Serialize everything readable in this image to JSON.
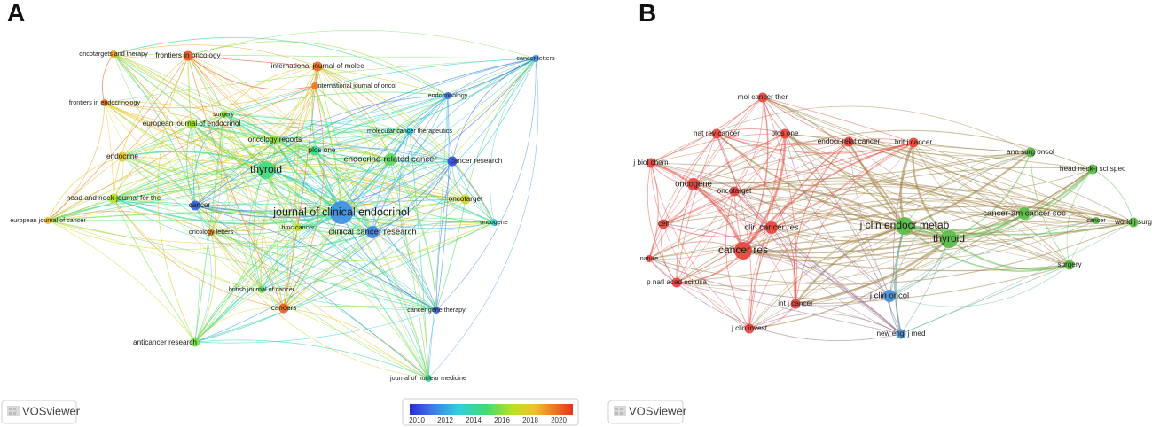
{
  "panels": [
    {
      "id": "A",
      "letter": "A",
      "coloring": "overlay-year",
      "badge": "VOSviewer",
      "nodes": [
        {
          "id": "jce",
          "label": "journal of clinical endocrinol",
          "size": "xl",
          "year": 2011.5
        },
        {
          "id": "thyroid",
          "label": "thyroid",
          "size": "lg",
          "year": 2014.2
        },
        {
          "id": "ccr",
          "label": "clinical cancer research",
          "size": "md",
          "year": 2011.2
        },
        {
          "id": "erc",
          "label": "endocrine-related cancer",
          "size": "md",
          "year": 2014.8
        },
        {
          "id": "oncor",
          "label": "oncology reports",
          "size": "sm",
          "year": 2015.6
        },
        {
          "id": "plos",
          "label": "plos one",
          "size": "sm",
          "year": 2014.2
        },
        {
          "id": "endocrine",
          "label": "endocrine",
          "size": "sm",
          "year": 2017.5
        },
        {
          "id": "hn",
          "label": "head and neck-journal for the",
          "size": "sm",
          "year": 2016.0
        },
        {
          "id": "cancer",
          "label": "cancer",
          "size": "sm",
          "year": 2010.5
        },
        {
          "id": "oncotarget",
          "label": "oncotarget",
          "size": "sm",
          "year": 2016.8
        },
        {
          "id": "oncogene",
          "label": "oncogene",
          "size": "xs",
          "year": 2013.0
        },
        {
          "id": "cres",
          "label": "cancer research",
          "size": "sm",
          "year": 2010.2
        },
        {
          "id": "endocrinology",
          "label": "endocrinology",
          "size": "xs",
          "year": 2011.0
        },
        {
          "id": "mct",
          "label": "molecular cancer therapeutics",
          "size": "xs",
          "year": 2012.6
        },
        {
          "id": "ijm",
          "label": "international journal of molec",
          "size": "sm",
          "year": 2019.8
        },
        {
          "id": "ijo",
          "label": "international journal of oncol",
          "size": "xs",
          "year": 2019.5
        },
        {
          "id": "fio",
          "label": "frontiers in oncology",
          "size": "sm",
          "year": 2020.2
        },
        {
          "id": "oat",
          "label": "oncotargets and therapy",
          "size": "xs",
          "year": 2018.5
        },
        {
          "id": "fie",
          "label": "frontiers in endocrinology",
          "size": "xs",
          "year": 2019.6
        },
        {
          "id": "eje",
          "label": "european journal of endocrinol",
          "size": "sm",
          "year": 2015.8
        },
        {
          "id": "surgery",
          "label": "surgery",
          "size": "xs",
          "year": 2015.5
        },
        {
          "id": "ejc",
          "label": "european journal of cancer",
          "size": "xs",
          "year": 2017.8
        },
        {
          "id": "ol",
          "label": "oncology letters",
          "size": "xs",
          "year": 2019.0
        },
        {
          "id": "bmc",
          "label": "bmc cancer",
          "size": "xs",
          "year": 2016.2
        },
        {
          "id": "bjc",
          "label": "british journal of cancer",
          "size": "xs",
          "year": 2014.8
        },
        {
          "id": "cancers",
          "label": "cancers",
          "size": "sm",
          "year": 2020.0
        },
        {
          "id": "cgt",
          "label": "cancer gene therapy",
          "size": "xs",
          "year": 2010.5
        },
        {
          "id": "ar",
          "label": "anticancer research",
          "size": "sm",
          "year": 2015.2
        },
        {
          "id": "jnm",
          "label": "journal of nuclear medicine",
          "size": "xs",
          "year": 2013.8
        },
        {
          "id": "cl",
          "label": "cancer letters",
          "size": "xs",
          "year": 2011.5
        }
      ],
      "legend": {
        "ticks": [
          "2010",
          "2012",
          "2014",
          "2016",
          "2018",
          "2020"
        ],
        "range": [
          2009.5,
          2021.0
        ],
        "colors": [
          "#2b2bd9",
          "#3f7be8",
          "#2fd1e0",
          "#3fdc6e",
          "#b9e21e",
          "#f0c22a",
          "#f07b20",
          "#e5321c"
        ]
      }
    },
    {
      "id": "B",
      "letter": "B",
      "coloring": "cluster",
      "badge": "VOSviewer",
      "clusters": {
        "red": "#e8483f",
        "green": "#5cbd4a",
        "blue": "#4a90d6"
      },
      "nodes": [
        {
          "id": "jcem",
          "label": "j clin endocr metab",
          "size": "lg",
          "cluster": "green"
        },
        {
          "id": "thyroidB",
          "label": "thyroid",
          "size": "lg",
          "cluster": "green"
        },
        {
          "id": "cres",
          "label": "cancer res",
          "size": "lg",
          "cluster": "red"
        },
        {
          "id": "ccres",
          "label": "clin cancer res",
          "size": "md",
          "cluster": "red"
        },
        {
          "id": "cancerB",
          "label": "cancer-am cancer soc",
          "size": "md",
          "cluster": "green"
        },
        {
          "id": "onco",
          "label": "oncogene",
          "size": "md",
          "cluster": "red"
        },
        {
          "id": "jco",
          "label": "j clin oncol",
          "size": "md",
          "cluster": "blue"
        },
        {
          "id": "nejm",
          "label": "new engl j med",
          "size": "sm",
          "cluster": "blue"
        },
        {
          "id": "erc",
          "label": "endocr-relat cancer",
          "size": "sm",
          "cluster": "red"
        },
        {
          "id": "asu",
          "label": "ann surg oncol",
          "size": "sm",
          "cluster": "green"
        },
        {
          "id": "hns",
          "label": "head neck-j sci spec",
          "size": "sm",
          "cluster": "green"
        },
        {
          "id": "wjs",
          "label": "world j surg",
          "size": "sm",
          "cluster": "green"
        },
        {
          "id": "cancer2",
          "label": "cancer",
          "size": "xs",
          "cluster": "green"
        },
        {
          "id": "surgery",
          "label": "surgery",
          "size": "sm",
          "cluster": "green"
        },
        {
          "id": "bjc",
          "label": "brit j cancer",
          "size": "sm",
          "cluster": "red"
        },
        {
          "id": "mct",
          "label": "mol cancer ther",
          "size": "sm",
          "cluster": "red"
        },
        {
          "id": "nrc",
          "label": "nat rev cancer",
          "size": "sm",
          "cluster": "red"
        },
        {
          "id": "plos",
          "label": "plos one",
          "size": "sm",
          "cluster": "red"
        },
        {
          "id": "jbc",
          "label": "j biol chem",
          "size": "sm",
          "cluster": "red"
        },
        {
          "id": "oncotarget",
          "label": "oncotarget",
          "size": "sm",
          "cluster": "red"
        },
        {
          "id": "cell",
          "label": "cell",
          "size": "sm",
          "cluster": "red"
        },
        {
          "id": "nature",
          "label": "nature",
          "size": "xs",
          "cluster": "red"
        },
        {
          "id": "pnas",
          "label": "p natl acad sci usa",
          "size": "sm",
          "cluster": "red"
        },
        {
          "id": "ijc",
          "label": "int j cancer",
          "size": "sm",
          "cluster": "red"
        },
        {
          "id": "jci",
          "label": "j clin invest",
          "size": "sm",
          "cluster": "red"
        }
      ]
    }
  ]
}
